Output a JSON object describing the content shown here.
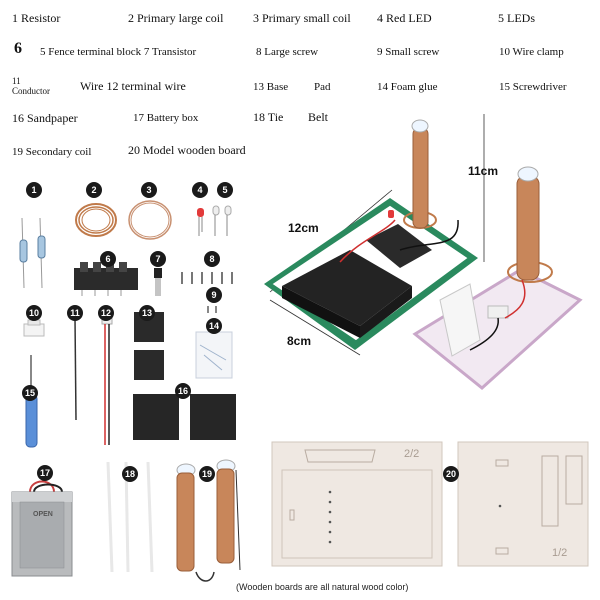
{
  "legend": {
    "row1": [
      "1 Resistor",
      "2 Primary large coil",
      "3 Primary small coil",
      "4 Red LED",
      "5 LEDs"
    ],
    "row2_num": "6",
    "row2": [
      "5 Fence terminal block 7 Transistor",
      "8 Large screw",
      "9 Small screw",
      "10 Wire clamp"
    ],
    "row3_num": "11",
    "row3_conductor": "Conductor",
    "row3": [
      "Wire 12 terminal wire",
      "13 Base",
      "Pad",
      "14 Foam glue",
      "15 Screwdriver"
    ],
    "row4": [
      "16 Sandpaper",
      "17 Battery box",
      "18 Tie",
      "Belt"
    ],
    "row5": [
      "19 Secondary coil",
      "20 Model wooden board"
    ]
  },
  "dimensions": {
    "width": "12cm",
    "depth": "8cm",
    "height": "11cm"
  },
  "badges": [
    "1",
    "2",
    "3",
    "4",
    "5",
    "6",
    "7",
    "8",
    "9",
    "10",
    "11",
    "12",
    "13",
    "14",
    "15",
    "16",
    "17",
    "18",
    "19",
    "20"
  ],
  "battery_label": "OPEN",
  "board_marks": {
    "left": "2/2",
    "right": "1/2"
  },
  "footer_note": "(Wooden boards are all natural wood color)",
  "colors": {
    "pcb_green": "#2a8a5e",
    "copper": "#c8865a",
    "foam": "#222222",
    "wood": "#efe8e2"
  }
}
